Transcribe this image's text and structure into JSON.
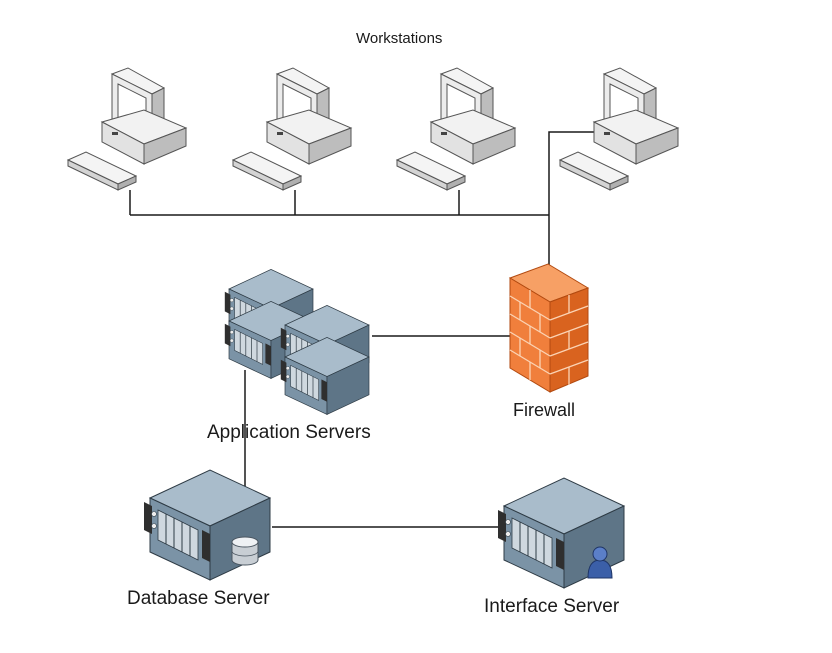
{
  "diagram": {
    "labels": {
      "workstations": "Workstations",
      "firewall": "Firewall",
      "application_servers": "Application Servers",
      "database_server": "Database Server",
      "interface_server": "Interface Server"
    },
    "workstation_count": 4,
    "colors": {
      "line": "#1a1a1a",
      "firewall_brick": "#f07f3c",
      "server_body": "#7b93a6",
      "server_top": "#a9bccb",
      "monitor_body": "#e6e6e6"
    }
  }
}
